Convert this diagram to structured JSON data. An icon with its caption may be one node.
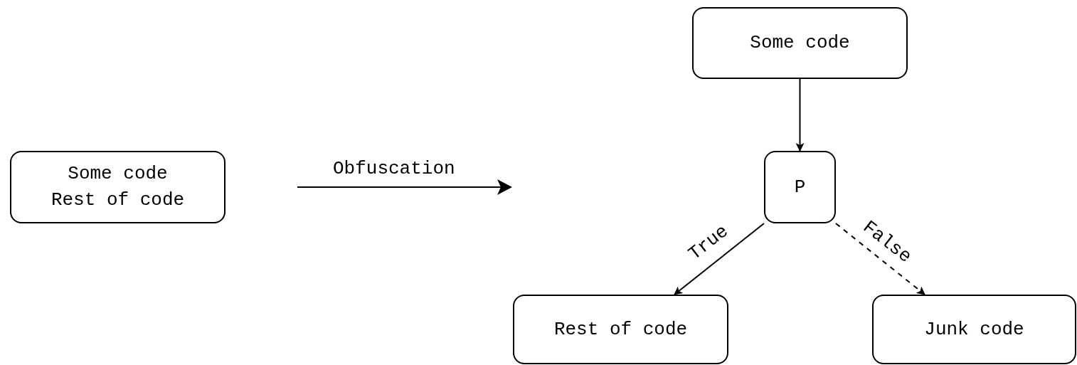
{
  "diagram": {
    "nodes": [
      {
        "text": [
          "Some code",
          "Rest of code"
        ]
      },
      {
        "text": [
          "Some code"
        ]
      },
      {
        "text": [
          "P"
        ]
      },
      {
        "text": [
          "Rest of code"
        ]
      },
      {
        "text": [
          "Junk code"
        ]
      }
    ],
    "edges": [
      {
        "from": 1,
        "to": 2,
        "arrow": "to"
      },
      {
        "from": 2,
        "to": 3,
        "arrow": "to",
        "label": "True"
      },
      {
        "from": 2,
        "to": 4,
        "arrow": "to",
        "label": "False",
        "style": "dashed"
      }
    ],
    "labels": [
      "Obfuscation"
    ]
  }
}
